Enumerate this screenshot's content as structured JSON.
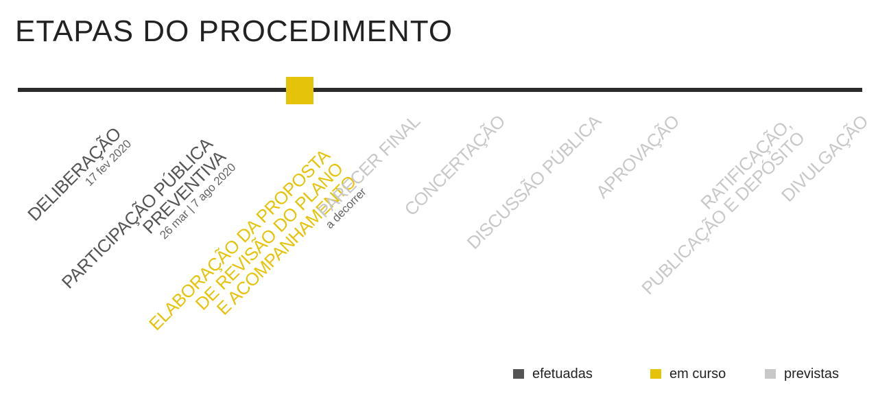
{
  "title": "ETAPAS DO PROCEDIMENTO",
  "colors": {
    "title": "#222222",
    "bar": "#2b2b2b",
    "efetuadas": "#555555",
    "em_curso": "#e5c30a",
    "previstas": "#c8c8c8",
    "date_text": "#666666"
  },
  "stages": [
    {
      "name": [
        "DELIBERAÇÃO"
      ],
      "date": "17 fev 2020",
      "status": "efetuadas"
    },
    {
      "name": [
        "PARTICIPAÇÃO PÚBLICA",
        "PREVENTIVA"
      ],
      "date": "26 mar | 7 ago  2020",
      "status": "efetuadas"
    },
    {
      "name": [
        "ELABORAÇÃO DA PROPOSTA",
        "DE REVISÃO DO PLANO",
        "E ACOMPANHAMENTO"
      ],
      "date": "a decorrer",
      "status": "em_curso"
    },
    {
      "name": [
        "PARECER FINAL"
      ],
      "date": "",
      "status": "previstas"
    },
    {
      "name": [
        "CONCERTAÇÃO"
      ],
      "date": "",
      "status": "previstas"
    },
    {
      "name": [
        "DISCUSSÃO PÚBLICA"
      ],
      "date": "",
      "status": "previstas"
    },
    {
      "name": [
        "APROVAÇÃO"
      ],
      "date": "",
      "status": "previstas"
    },
    {
      "name": [
        "RATIFICAÇÃO,",
        "PUBLICAÇÃO E DEPÓSITO"
      ],
      "date": "",
      "status": "previstas"
    },
    {
      "name": [
        "DIVULGAÇÃO"
      ],
      "date": "",
      "status": "previstas"
    }
  ],
  "legend": [
    {
      "key": "efetuadas",
      "label": "efetuadas"
    },
    {
      "key": "em_curso",
      "label": "em curso"
    },
    {
      "key": "previstas",
      "label": "previstas"
    }
  ]
}
